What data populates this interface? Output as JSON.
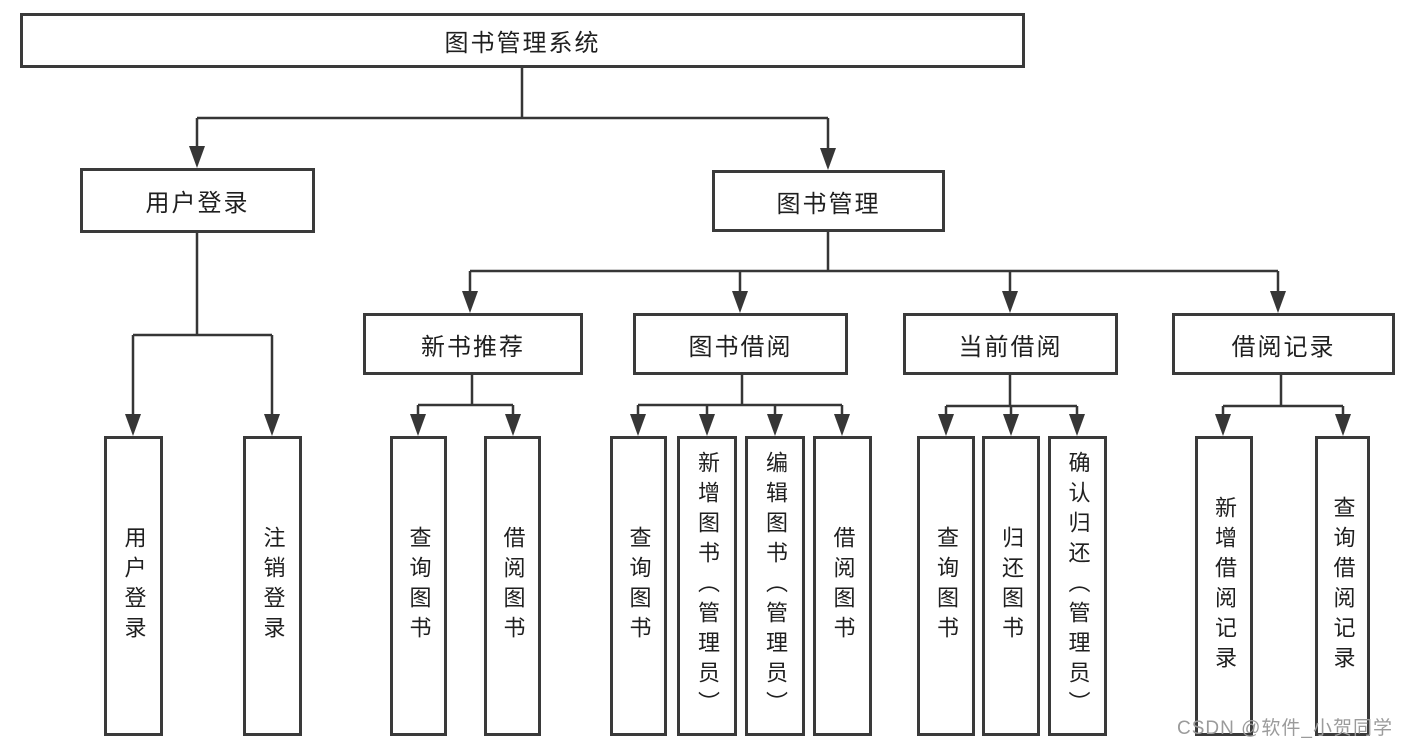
{
  "diagram_title": "图书管理系统",
  "tree": {
    "label": "图书管理系统",
    "children": [
      {
        "label": "用户登录",
        "children": [
          {
            "label": "用户登录"
          },
          {
            "label": "注销登录"
          }
        ]
      },
      {
        "label": "图书管理",
        "children": [
          {
            "label": "新书推荐",
            "children": [
              {
                "label": "查询图书"
              },
              {
                "label": "借阅图书"
              }
            ]
          },
          {
            "label": "图书借阅",
            "children": [
              {
                "label": "查询图书"
              },
              {
                "label": "新增图书（管理员）"
              },
              {
                "label": "编辑图书（管理员）"
              },
              {
                "label": "借阅图书"
              }
            ]
          },
          {
            "label": "当前借阅",
            "children": [
              {
                "label": "查询图书"
              },
              {
                "label": "归还图书"
              },
              {
                "label": "确认归还（管理员）"
              }
            ]
          },
          {
            "label": "借阅记录",
            "children": [
              {
                "label": "新增借阅记录"
              },
              {
                "label": "查询借阅记录"
              }
            ]
          }
        ]
      }
    ]
  },
  "colors": {
    "box_border": "#3a3a3a",
    "line": "#363636",
    "text": "#1f1f1f",
    "watermark": "#9b9b9b"
  },
  "watermark": {
    "text": "CSDN @软件_小贺同学"
  }
}
